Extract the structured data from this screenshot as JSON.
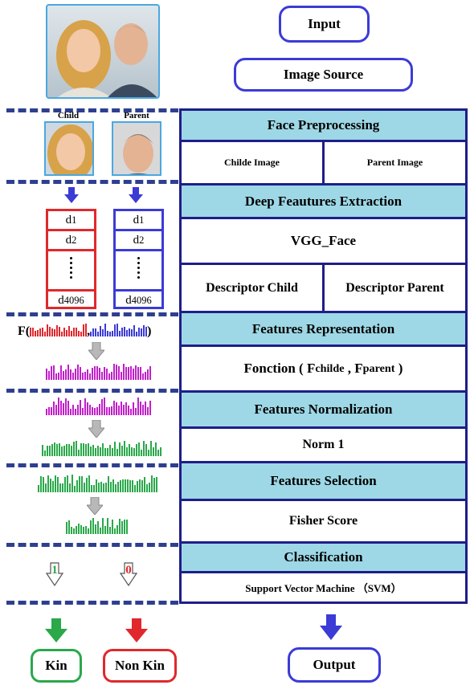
{
  "top": {
    "input": "Input",
    "image_source": "Image Source"
  },
  "faces": {
    "child_label": "Child",
    "parent_label": "Parent"
  },
  "pipeline": {
    "face_preprocessing": "Face Preprocessing",
    "childe_image": "Childe Image",
    "parent_image": "Parent Image",
    "deep_features": "Deep Feautures Extraction",
    "vgg_face": "VGG_Face",
    "descriptor_child": "Descriptor Child",
    "descriptor_parent": "Descriptor Parent",
    "features_representation": "Features Representation",
    "fonction": "Fonction",
    "f_main": "F",
    "childe_sub": "childe",
    "parent_sub": "parent",
    "features_normalization": "Features Normalization",
    "norm": "Norm 1",
    "features_selection": "Features Selection",
    "fisher": "Fisher Score",
    "classification": "Classification",
    "svm": "Support Vector Machine （SVM）"
  },
  "vectors": {
    "d": "d",
    "s1": "1",
    "s2": "2",
    "s3": "4096"
  },
  "repr": {
    "f": "F(",
    "comma": ",",
    "close": ")"
  },
  "classes": {
    "one": "1",
    "zero": "0",
    "kin": "Kin",
    "non_kin": "Non Kin"
  },
  "output": "Output",
  "colors": {
    "header_fill": "#9ed8e6",
    "border": "#1e1e8a",
    "red": "#e0282d",
    "blue": "#3b3bd6",
    "magenta": "#c020c8",
    "green": "#2aa84a"
  }
}
